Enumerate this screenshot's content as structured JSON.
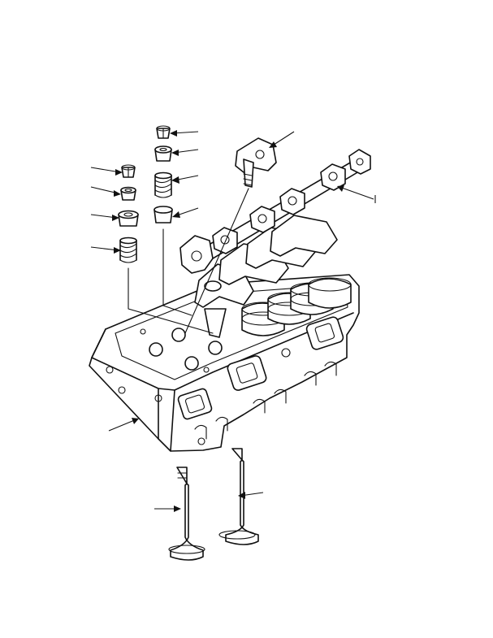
{
  "figure": {
    "title": "",
    "background": "#ffffff",
    "line_color": "#111111",
    "parts": [
      {
        "id": "valve-split-collet-left"
      },
      {
        "id": "valve-spring-cap-left"
      },
      {
        "id": "valve-spring-seat-left"
      },
      {
        "id": "valve-spring-left"
      },
      {
        "id": "valve-split-collet-right"
      },
      {
        "id": "valve-spring-cap-right"
      },
      {
        "id": "valve-spring-right"
      },
      {
        "id": "valve-stem-seal"
      },
      {
        "id": "rocker-arm"
      },
      {
        "id": "rocker-shaft-assembly"
      },
      {
        "id": "cylinder-head"
      },
      {
        "id": "exhaust-valve"
      },
      {
        "id": "inlet-valve"
      }
    ]
  }
}
